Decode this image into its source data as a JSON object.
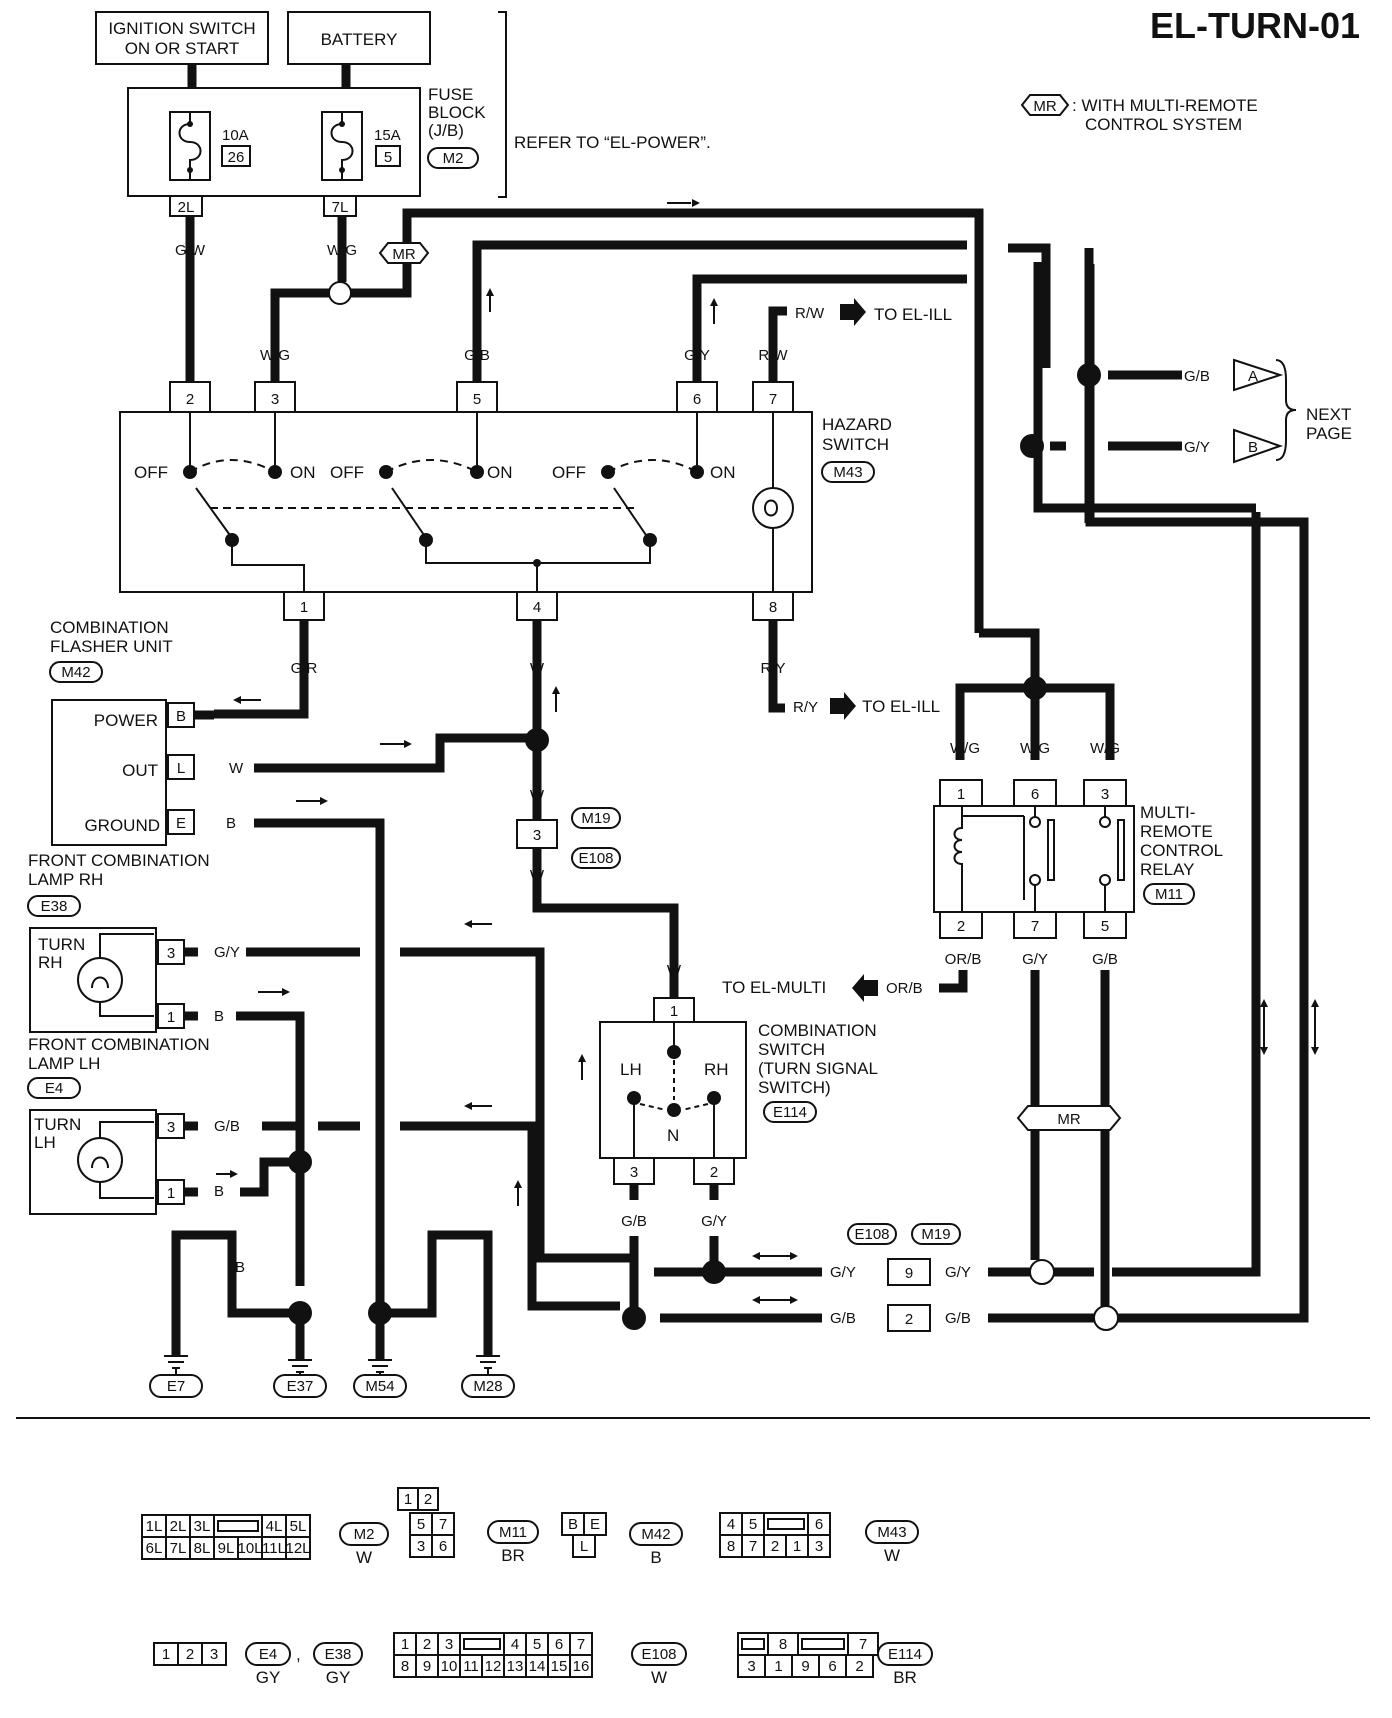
{
  "title": "EL-TURN-01",
  "legend": {
    "badge": "MR",
    "text_line1": ": WITH MULTI-REMOTE",
    "text_line2": "CONTROL SYSTEM"
  },
  "power": {
    "ignition_line1": "IGNITION SWITCH",
    "ignition_line2": "ON OR START",
    "battery": "BATTERY",
    "fuse_block_line1": "FUSE",
    "fuse_block_line2": "BLOCK",
    "fuse_block_line3": "(J/B)",
    "fuse_block_conn": "M2",
    "fuse1_amp": "10A",
    "fuse1_no": "26",
    "fuse2_amp": "15A",
    "fuse2_no": "5",
    "refer": "REFER TO “EL-POWER”.",
    "term1": "2L",
    "term2": "7L"
  },
  "hazard": {
    "name_line1": "HAZARD",
    "name_line2": "SWITCH",
    "conn": "M43",
    "pins_top": [
      "2",
      "3",
      "5",
      "6",
      "7"
    ],
    "pins_bottom": [
      "1",
      "4",
      "8"
    ],
    "off": "OFF",
    "on": "ON"
  },
  "flasher": {
    "name_line1": "COMBINATION",
    "name_line2": "FLASHER UNIT",
    "conn": "M42",
    "power": "POWER",
    "out": "OUT",
    "ground": "GROUND",
    "pin_b": "B",
    "pin_l": "L",
    "pin_e": "E"
  },
  "lamp_rh": {
    "name_line1": "FRONT COMBINATION",
    "name_line2": "LAMP RH",
    "conn": "E38",
    "label_line1": "TURN",
    "label_line2": "RH",
    "pin3": "3",
    "pin1": "1"
  },
  "lamp_lh": {
    "name_line1": "FRONT COMBINATION",
    "name_line2": "LAMP LH",
    "conn": "E4",
    "label_line1": "TURN",
    "label_line2": "LH",
    "pin3": "3",
    "pin1": "1"
  },
  "relay": {
    "name_line1": "MULTI-",
    "name_line2": "REMOTE",
    "name_line3": "CONTROL",
    "name_line4": "RELAY",
    "conn": "M11",
    "pins_top": [
      "1",
      "6",
      "3"
    ],
    "pins_bottom": [
      "2",
      "7",
      "5"
    ]
  },
  "combo_switch": {
    "name_line1": "COMBINATION",
    "name_line2": "SWITCH",
    "name_line3": "(TURN SIGNAL",
    "name_line4": "SWITCH)",
    "conn": "E114",
    "lh": "LH",
    "rh": "RH",
    "n": "N",
    "pin1": "1",
    "pin3": "3",
    "pin2": "2"
  },
  "wire_colors": {
    "gw": "G/W",
    "wg": "W/G",
    "gb": "G/B",
    "gy": "G/Y",
    "rw": "R/W",
    "gr": "G/R",
    "w": "W",
    "ry": "R/Y",
    "b": "B",
    "orb": "OR/B"
  },
  "refs": {
    "to_el_ill": "TO EL-ILL",
    "to_el_multi": "TO EL-MULTI",
    "next_page_line1": "NEXT",
    "next_page_line2": "PAGE",
    "a": "A",
    "b": "B",
    "mr": "MR"
  },
  "joint": {
    "pin": "3",
    "m19": "M19",
    "e108": "E108",
    "pin9": "9",
    "pin2": "2"
  },
  "grounds": [
    "E7",
    "E37",
    "M54",
    "M28"
  ],
  "connector_views": [
    {
      "name": "M2",
      "color": "W",
      "row1": [
        "1L",
        "2L",
        "3L",
        "",
        "4L",
        "5L"
      ],
      "row2": [
        "6L",
        "7L",
        "8L",
        "9L",
        "10L",
        "11L",
        "12L"
      ]
    },
    {
      "name": "M11",
      "color": "BR",
      "row0": [
        "1",
        "2"
      ],
      "row1": [
        "5",
        "7"
      ],
      "row2": [
        "3",
        "6"
      ]
    },
    {
      "name": "M42",
      "color": "B",
      "row1": [
        "B",
        "E"
      ],
      "row2": [
        "L"
      ]
    },
    {
      "name": "M43",
      "color": "W",
      "row1": [
        "4",
        "5",
        "",
        "6"
      ],
      "row2": [
        "8",
        "7",
        "2",
        "1",
        "3"
      ]
    },
    {
      "name": "E4",
      "name2": "E38",
      "color": "GY",
      "color2": "GY",
      "row1": [
        "1",
        "2",
        "3"
      ]
    },
    {
      "name": "E108",
      "color": "W",
      "row1": [
        "1",
        "2",
        "3",
        "",
        "4",
        "5",
        "6",
        "7"
      ],
      "row2": [
        "8",
        "9",
        "10",
        "11",
        "12",
        "13",
        "14",
        "15",
        "16"
      ]
    },
    {
      "name": "E114",
      "color": "BR",
      "row1": [
        "",
        "8",
        "",
        "7"
      ],
      "row2": [
        "3",
        "1",
        "9",
        "6",
        "2"
      ]
    }
  ]
}
